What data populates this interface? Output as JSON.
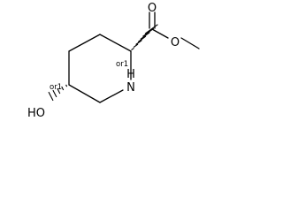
{
  "atoms": {
    "carbonyl_oxygen": "O",
    "ester_oxygen": "O",
    "ring_nitrogen": "N",
    "ring_nitrogen_hydrogen": "H",
    "hydroxyl": "HO"
  },
  "stereo": {
    "c2_label": "or1",
    "c5_label": "or1"
  }
}
